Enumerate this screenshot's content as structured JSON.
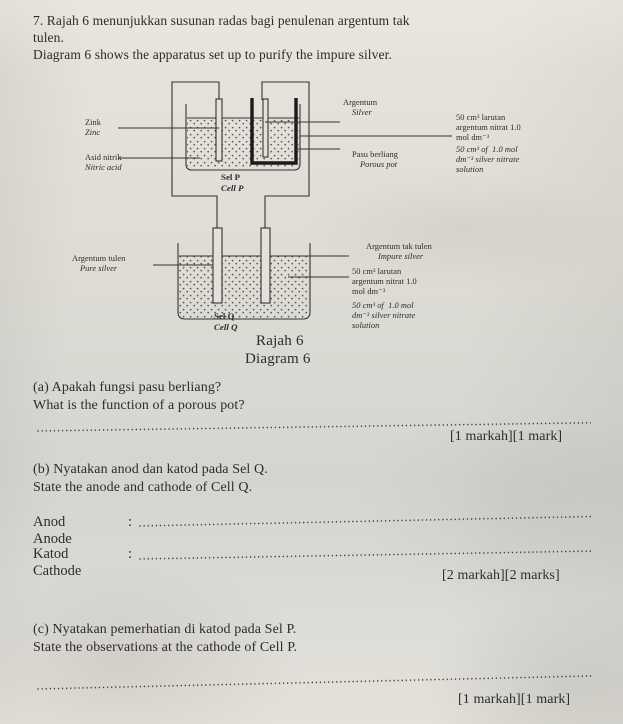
{
  "page": {
    "background_color": "#dedcd5",
    "ink_color": "#2c2c2c"
  },
  "stem": {
    "number": "7.",
    "line_my": "7. Rajah 6 menunjukkan susunan radas bagi penulenan argentum tak",
    "line_my_2": "tulen.",
    "line_en": "Diagram 6 shows the apparatus set up to purify the impure silver."
  },
  "diagram": {
    "caption_my": "Rajah 6",
    "caption_en": "Diagram 6",
    "cell_p": {
      "name_my": "Sel P",
      "name_en": "Cell P"
    },
    "cell_q": {
      "name_my": "Sel Q",
      "name_en": "Cell Q"
    },
    "labels": [
      {
        "id": "zinc",
        "my": "Zink",
        "en": "Zinc"
      },
      {
        "id": "nitric-acid",
        "my": "Asid nitrik",
        "en": "Nitric acid"
      },
      {
        "id": "silver",
        "my": "Argentum",
        "en": "Silver"
      },
      {
        "id": "porous-pot",
        "my": "Pasu berliang",
        "en": "Porous pot"
      },
      {
        "id": "pure-silver",
        "my": "Argentum tulen",
        "en": "Pure silver"
      },
      {
        "id": "impure-silver",
        "my": "Argentum tak tulen",
        "en": "Impure silver"
      }
    ],
    "solution_p": {
      "my_line1": "50 cm³ larutan",
      "my_line2": "argentum nitrat 1.0",
      "my_line3": "mol dm⁻³",
      "en_line1": "50 cm³ of  1.0 mol",
      "en_line2": "dm⁻³ silver nitrate",
      "en_line3": "solution"
    },
    "solution_q": {
      "my_line1": "50 cm³ larutan",
      "my_line2": "argentum nitrat 1.0",
      "my_line3": "mol dm⁻³",
      "en_line1": "50 cm³ of  1.0 mol",
      "en_line2": "dm⁻³ silver nitrate",
      "en_line3": "solution"
    }
  },
  "questions": [
    {
      "id": "a",
      "prompt_my": "(a) Apakah fungsi pasu berliang?",
      "prompt_en": "What is the function of a porous pot?",
      "marks": "[1 markah][1 mark]",
      "answer_value": ""
    },
    {
      "id": "b",
      "prompt_my": "(b) Nyatakan anod dan katod pada Sel Q.",
      "prompt_en": "State the anode and cathode of Cell Q.",
      "marks": "[2 markah][2 marks]",
      "fields": [
        {
          "id": "anode",
          "label_my": "Anod",
          "label_en": "Anode",
          "colon": ":",
          "value": ""
        },
        {
          "id": "cathode",
          "label_my": "Katod",
          "label_en": "Cathode",
          "colon": ":",
          "value": ""
        }
      ]
    },
    {
      "id": "c",
      "prompt_my": "(c) Nyatakan pemerhatian di katod pada Sel P.",
      "prompt_en": "State the observations at the cathode of Cell P.",
      "marks": "[1 markah][1 mark]",
      "answer_value": ""
    }
  ]
}
